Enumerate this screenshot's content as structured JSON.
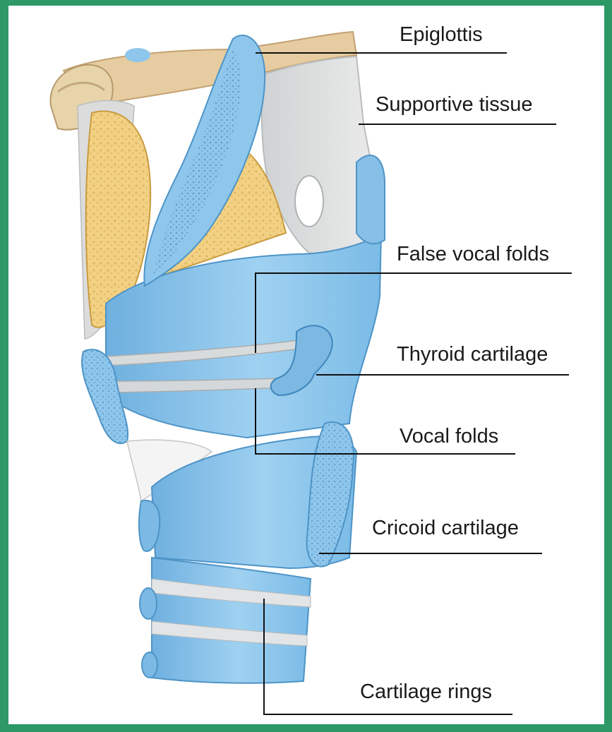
{
  "labels": {
    "epiglottis": "Epiglottis",
    "supportive_tissue": "Supportive tissue",
    "false_vocal_folds": "False vocal folds",
    "thyroid_cartilage": "Thyroid cartilage",
    "vocal_folds": "Vocal folds",
    "cricoid_cartilage": "Cricoid cartilage",
    "cartilage_rings": "Cartilage rings"
  },
  "colors": {
    "frame": "#2e9866",
    "cartilage_blue": "#8ec6ec",
    "cartilage_dark": "#5ea8da",
    "fat_yellow": "#f0cf7a",
    "bone_tan": "#e7cda2",
    "membrane_gray": "#d9dada",
    "leader_line": "#111111"
  }
}
